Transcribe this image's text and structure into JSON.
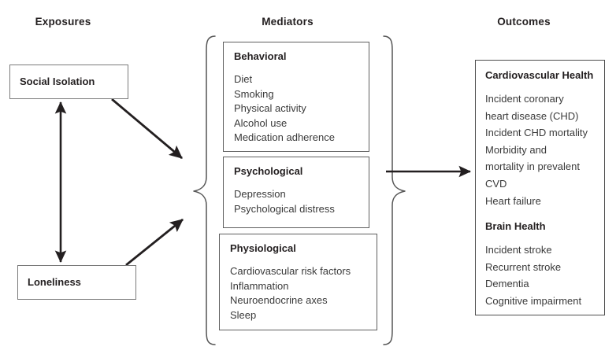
{
  "figure": {
    "type": "conceptual-pathway-diagram",
    "background_color": "#ffffff",
    "line_color": "#231f20",
    "box_border_color": "#5f5f5f"
  },
  "columns": {
    "exposures_header": "Exposures",
    "mediators_header": "Mediators",
    "outcomes_header": "Outcomes"
  },
  "exposures": {
    "boxes": [
      {
        "label": "Social Isolation"
      },
      {
        "label": "Loneliness"
      }
    ]
  },
  "mediators": {
    "boxes": [
      {
        "title": "Behavioral",
        "items_text": "Diet\nSmoking\nPhysical activity\nAlcohol use\nMedication adherence",
        "items": [
          "Diet",
          "Smoking",
          "Physical activity",
          "Alcohol use",
          "Medication adherence"
        ]
      },
      {
        "title": "Psychological",
        "items_text": "Depression\nPsychological distress",
        "items": [
          "Depression",
          "Psychological distress"
        ]
      },
      {
        "title": "Physiological",
        "items_text": "Cardiovascular risk factors\nInflammation\nNeuroendocrine axes\nSleep",
        "items": [
          "Cardiovascular risk factors",
          "Inflammation",
          "Neuroendocrine axes",
          "Sleep"
        ]
      }
    ]
  },
  "outcomes": {
    "groups": [
      {
        "title": "Cardiovascular Health",
        "items_text": "Incident coronary\nheart disease (CHD)\nIncident CHD mortality\nMorbidity and\nmortality in prevalent\nCVD\nHeart failure",
        "items": [
          "Incident coronary",
          "heart disease (CHD)",
          "Incident CHD mortality",
          "Morbidity and",
          "mortality in prevalent",
          "CVD",
          "Heart failure"
        ]
      },
      {
        "title": "Brain Health",
        "items_text": "Incident stroke\nRecurrent stroke\nDementia\nCognitive impairment",
        "items": [
          "Incident stroke",
          "Recurrent stroke",
          "Dementia",
          "Cognitive impairment"
        ]
      }
    ]
  },
  "connectors": [
    {
      "name": "social-isolation-to-loneliness",
      "style": "double-headed-vertical"
    },
    {
      "name": "social-isolation-to-mediators",
      "style": "single-arrow-diagonal-down-right"
    },
    {
      "name": "loneliness-to-mediators",
      "style": "single-arrow-diagonal-up-right"
    },
    {
      "name": "mediators-to-outcomes",
      "style": "single-arrow-horizontal-right"
    }
  ]
}
